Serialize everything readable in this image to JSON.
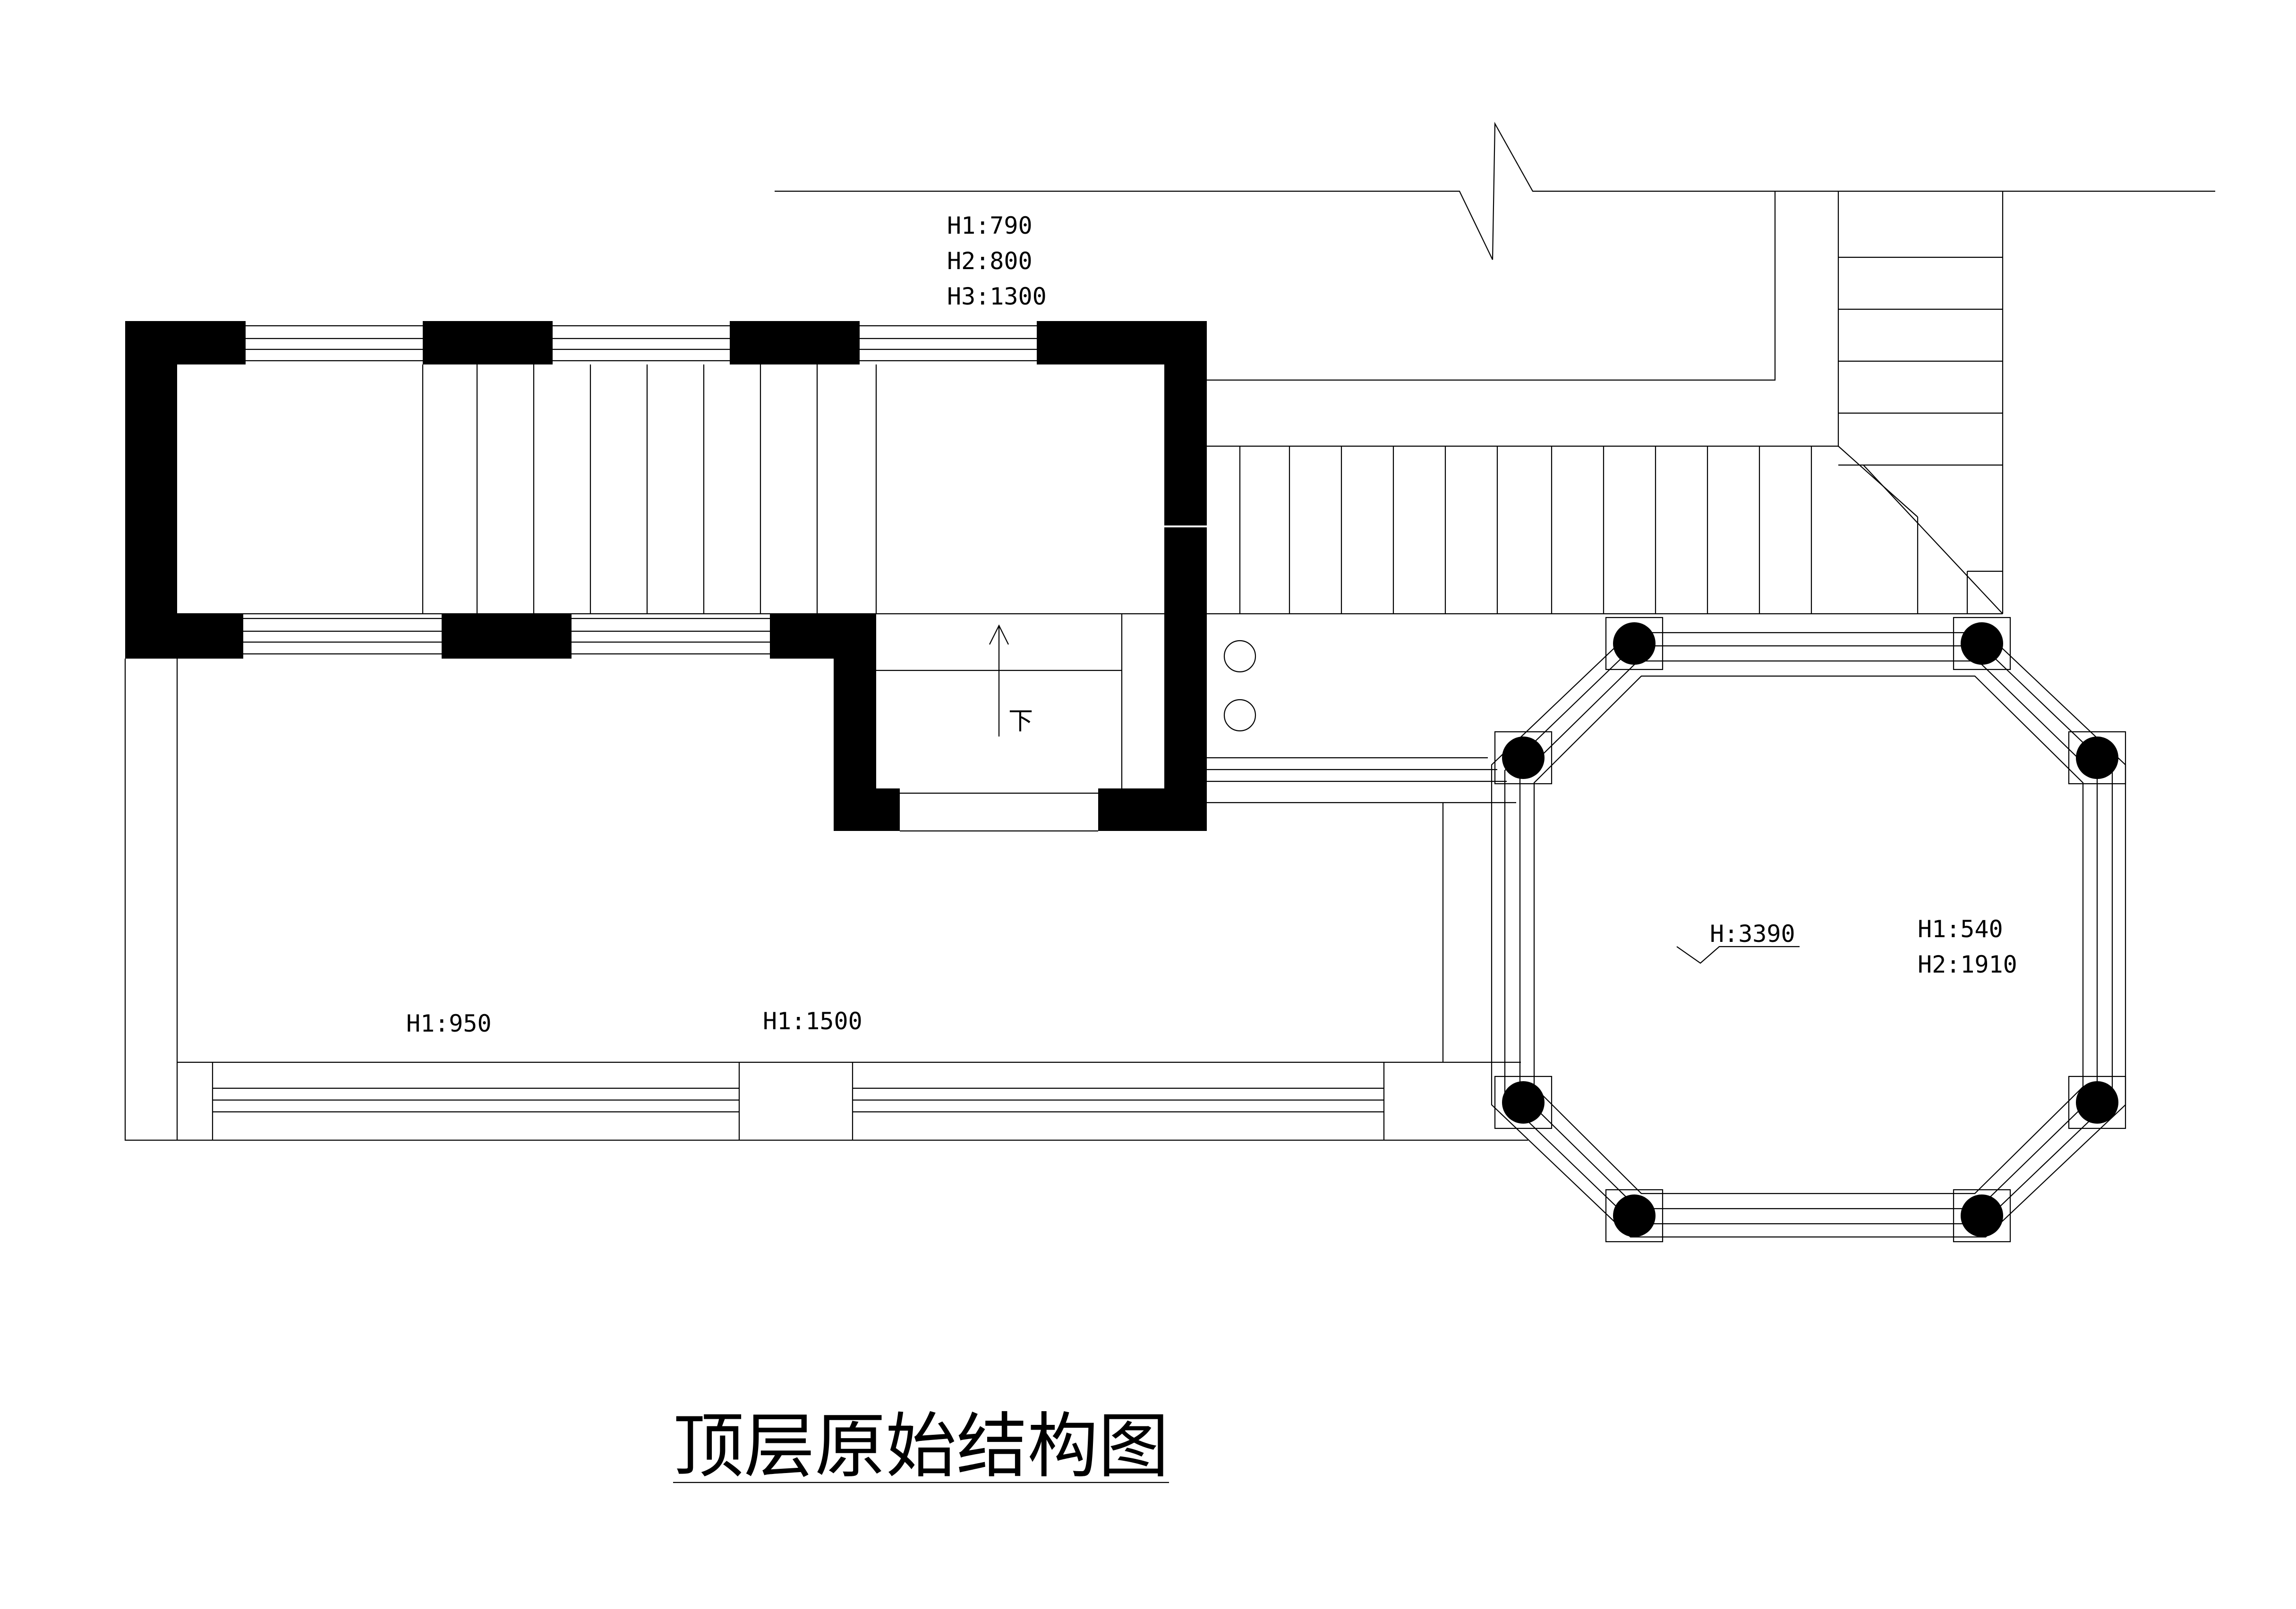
{
  "title": "顶层原始结构图",
  "labels": {
    "window_top": [
      "H1:790",
      "H2:800",
      "H3:1300"
    ],
    "left_opening": "H1:950",
    "mid_opening": "H1:1500",
    "level": "H:3390",
    "gazebo_opening": [
      "H1:540",
      "H2:1910"
    ],
    "stair_dir": "下"
  },
  "colors": {
    "line": "#000000",
    "wall": "#000000",
    "background": "#ffffff"
  }
}
